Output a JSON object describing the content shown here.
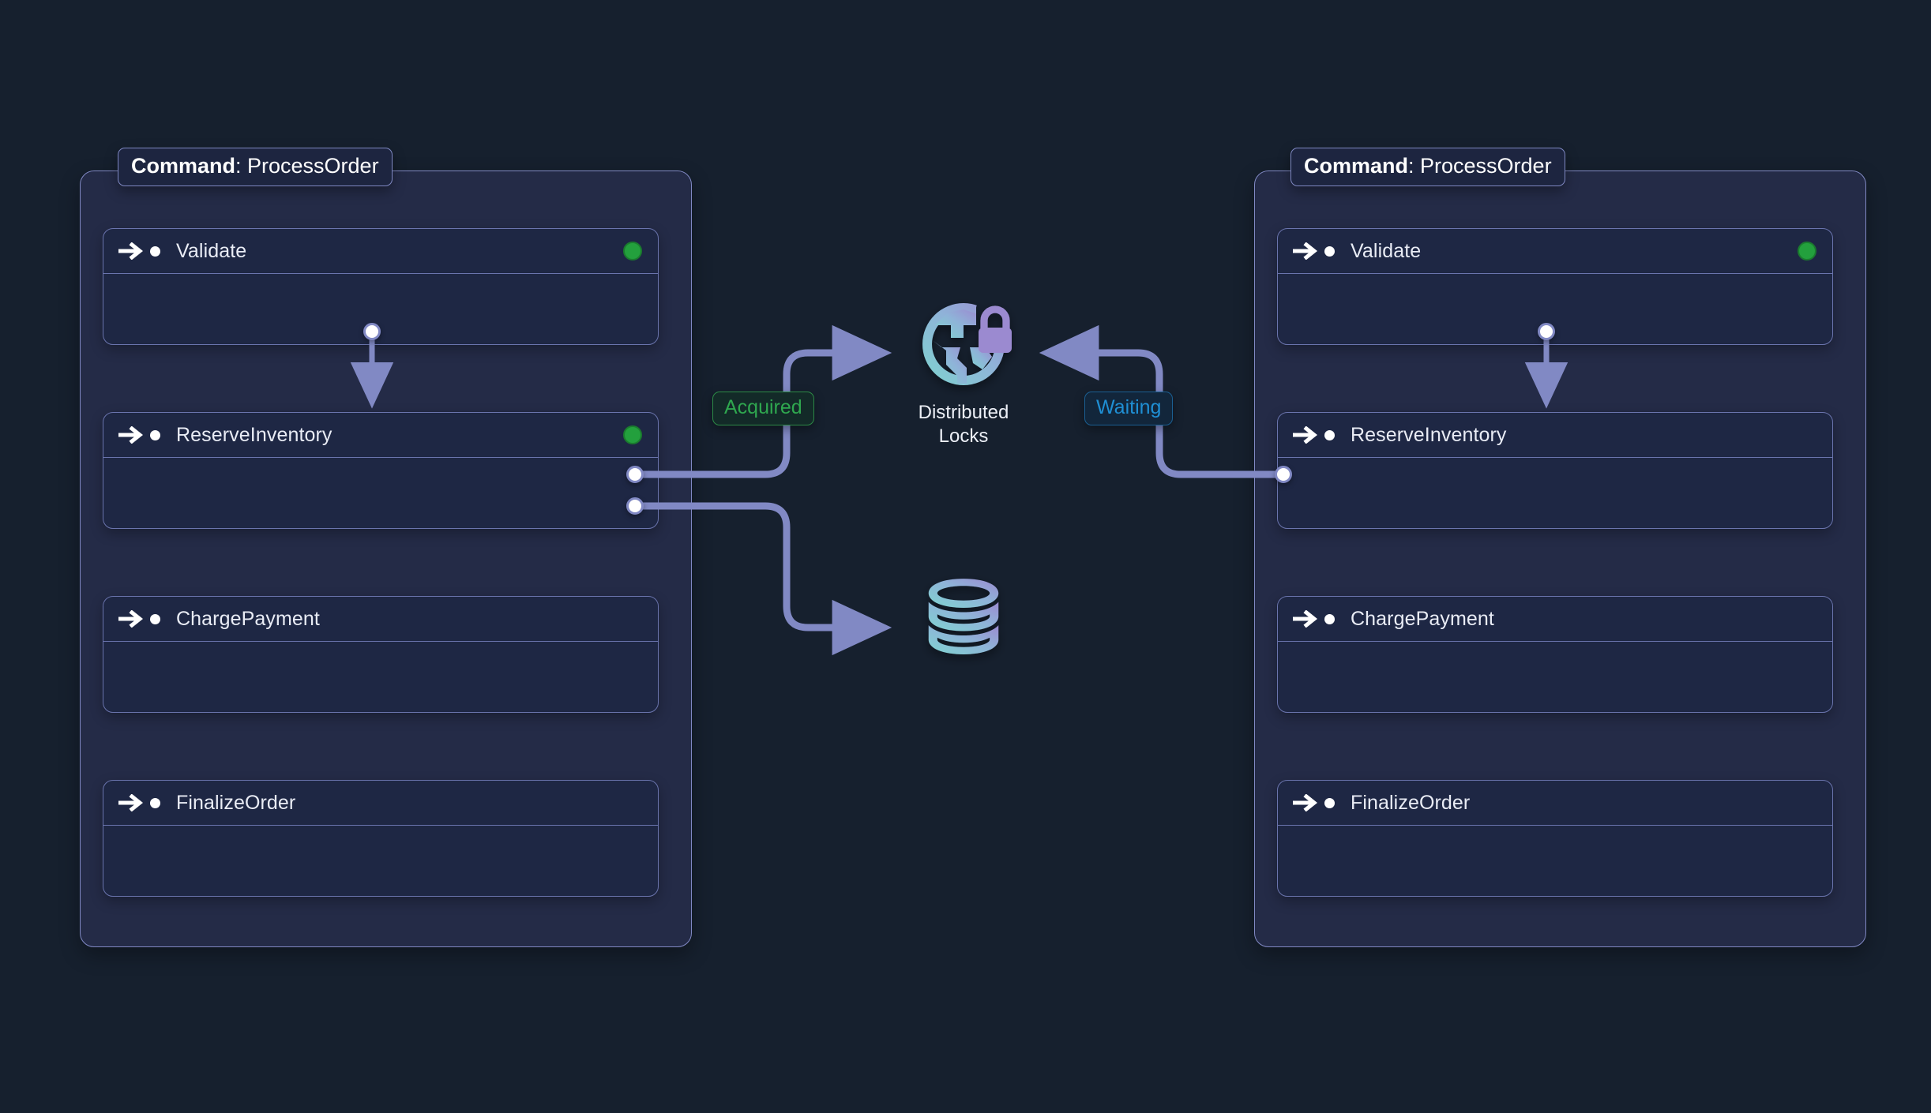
{
  "theme": {
    "page_bg": "#16202e",
    "panel_bg": "#242b47",
    "panel_border": "#8189c4",
    "card_bg": "#1e2744",
    "card_border": "#6a74ad",
    "wire": "#8189c4",
    "port_fill": "#ffffff",
    "status_green": "#23a03d",
    "badge_acquired_text": "#2fa84f",
    "badge_waiting_text": "#1f8fd4",
    "icon_gradient_from": "#7fd4d0",
    "icon_gradient_to": "#9b8ad0",
    "text": "#e9ecf5"
  },
  "panels": [
    {
      "id": "left",
      "title_bold": "Command",
      "title_rest": ": ProcessOrder",
      "steps": [
        {
          "label": "Validate",
          "icon": "arrow-right-icon",
          "status": "green"
        },
        {
          "label": "ReserveInventory",
          "icon": "arrow-right-icon",
          "status": "green"
        },
        {
          "label": "ChargePayment",
          "icon": "arrow-right-icon",
          "status": "none"
        },
        {
          "label": "FinalizeOrder",
          "icon": "arrow-right-icon",
          "status": "none"
        }
      ]
    },
    {
      "id": "right",
      "title_bold": "Command",
      "title_rest": ": ProcessOrder",
      "steps": [
        {
          "label": "Validate",
          "icon": "arrow-right-icon",
          "status": "green"
        },
        {
          "label": "ReserveInventory",
          "icon": "arrow-right-icon",
          "status": "none"
        },
        {
          "label": "ChargePayment",
          "icon": "arrow-right-icon",
          "status": "none"
        },
        {
          "label": "FinalizeOrder",
          "icon": "arrow-right-icon",
          "status": "none"
        }
      ]
    }
  ],
  "external_nodes": [
    {
      "id": "distributed-locks",
      "icon": "globe-lock-icon",
      "label_line1": "Distributed",
      "label_line2": "Locks"
    },
    {
      "id": "database",
      "icon": "database-icon",
      "label_line1": "",
      "label_line2": ""
    }
  ],
  "edges": [
    {
      "id": "left-reserve-to-locks",
      "from": "left.ReserveInventory",
      "to": "distributed-locks",
      "badge": "Acquired",
      "badge_state": "acquired"
    },
    {
      "id": "left-reserve-to-db",
      "from": "left.ReserveInventory",
      "to": "database",
      "badge": "",
      "badge_state": ""
    },
    {
      "id": "locks-to-right-reserve",
      "from": "right.ReserveInventory",
      "to": "distributed-locks",
      "badge": "Waiting",
      "badge_state": "waiting"
    },
    {
      "id": "left-validate-to-reserve",
      "from": "left.Validate",
      "to": "left.ReserveInventory",
      "badge": "",
      "badge_state": ""
    },
    {
      "id": "right-validate-to-reserve",
      "from": "right.Validate",
      "to": "right.ReserveInventory",
      "badge": "",
      "badge_state": ""
    }
  ],
  "badges": {
    "acquired": "Acquired",
    "waiting": "Waiting"
  }
}
